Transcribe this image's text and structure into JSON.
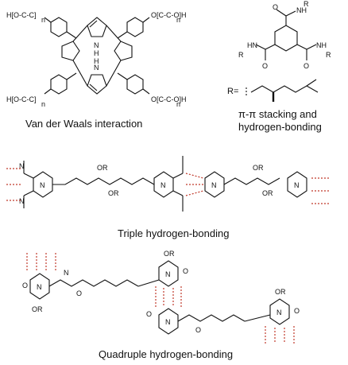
{
  "captions": {
    "vdw": "Van der Waals interaction",
    "pi_stack_line1": "π-π stacking and",
    "pi_stack_line2": "hydrogen-bonding",
    "triple": "Triple hydrogen-bonding",
    "quadruple": "Quadruple hydrogen-bonding"
  },
  "labels": {
    "peg_top_left": "H[O-C-C]",
    "peg_top_right": "O[C-C-O]H",
    "peg_bottom_left": "H[O-C-C]",
    "peg_bottom_right": "O[C-C-O]H",
    "n": "n",
    "porphyrin_nh_top": "N",
    "porphyrin_h_top": "H",
    "porphyrin_nh_bottom": "N",
    "porphyrin_h_bottom": "H",
    "r_equals": "R=",
    "nh": "NH",
    "hn": "HN",
    "n_atom": "N",
    "h_atom": "H",
    "r": "R",
    "or": "OR",
    "o": "O"
  },
  "colors": {
    "hydrogen_bond": "#c0392b",
    "bond": "#111111"
  }
}
